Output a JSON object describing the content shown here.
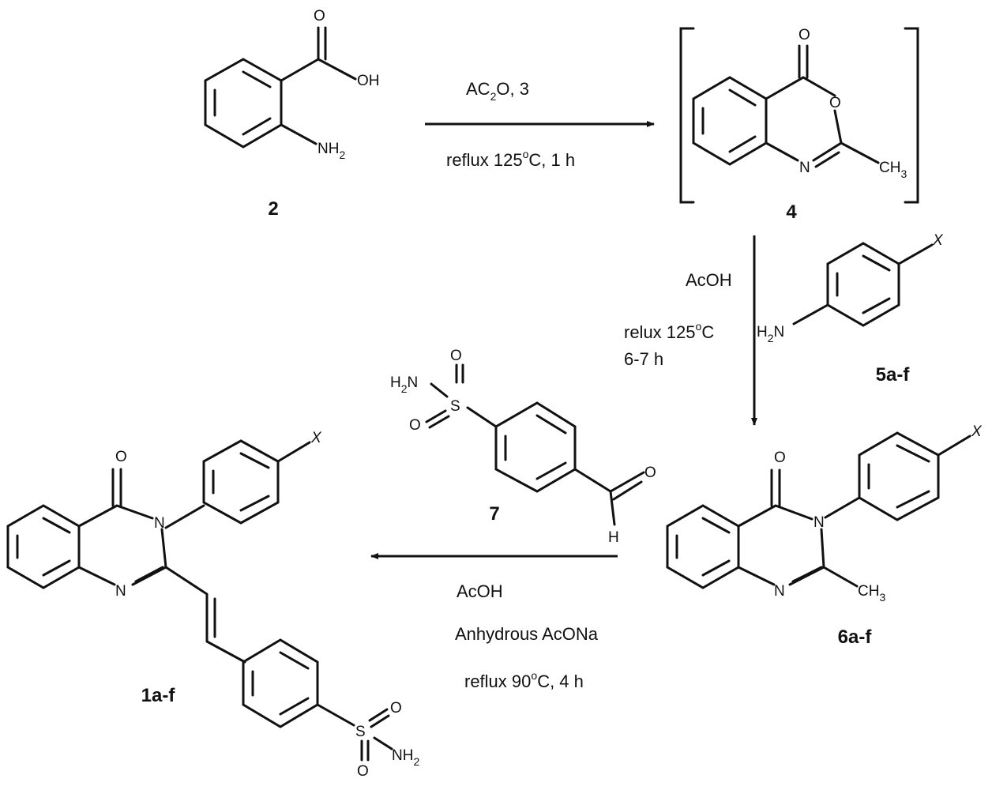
{
  "compounds": {
    "c2": {
      "label": "2",
      "atoms": {
        "o": "O",
        "oh": "OH",
        "nh": "NH",
        "nh_sub": "2"
      }
    },
    "c4": {
      "label": "4",
      "atoms": {
        "o": "O",
        "ring_o": "O",
        "n": "N",
        "ch": "CH",
        "ch_sub": "3"
      }
    },
    "c5": {
      "label": "5a-f",
      "atoms": {
        "x": "X",
        "h": "H",
        "h_sub": "2",
        "n": "N"
      }
    },
    "c6": {
      "label": "6a-f",
      "atoms": {
        "o": "O",
        "n3": "N",
        "n1": "N",
        "ch": "CH",
        "ch_sub": "3",
        "x": "X"
      }
    },
    "c7": {
      "label": "7",
      "atoms": {
        "h": "H",
        "h_sub": "2",
        "n": "N",
        "s": "S",
        "o1": "O",
        "o2": "O",
        "cho_o": "O",
        "cho_h": "H"
      }
    },
    "c1": {
      "label": "1a-f",
      "atoms": {
        "o": "O",
        "n3": "N",
        "n1": "N",
        "x": "X",
        "s": "S",
        "o1": "O",
        "o2": "O",
        "nh": "NH",
        "nh_sub": "2"
      }
    }
  },
  "conditions": {
    "step1": {
      "reagent": "AC",
      "reagent_sub": "2",
      "reagent_rest": "O, 3",
      "temp_a": "reflux 125",
      "temp_deg": "o",
      "temp_b": "C, 1 h"
    },
    "step2": {
      "reagent": "AcOH",
      "temp_a": "relux 125",
      "temp_deg": "o",
      "temp_b": "C",
      "time": "6-7 h"
    },
    "step3": {
      "reagent1": "AcOH",
      "reagent2": "Anhydrous AcONa",
      "temp_a": "reflux 90",
      "temp_deg": "o",
      "temp_b": "C, 4 h"
    }
  }
}
